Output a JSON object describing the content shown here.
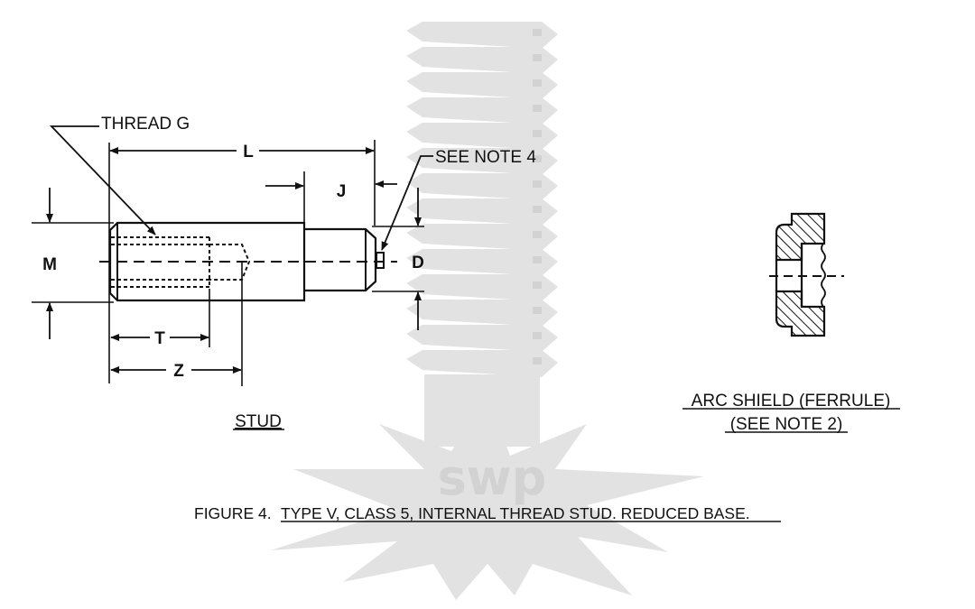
{
  "figure": {
    "caption_prefix": "FIGURE 4.",
    "caption_title": "TYPE V, CLASS 5, INTERNAL THREAD STUD. REDUCED BASE."
  },
  "stud": {
    "title": "STUD",
    "labels": {
      "thread": "THREAD G",
      "length": "L",
      "base_length": "J",
      "note": "SEE NOTE 4",
      "major_diameter": "M",
      "base_diameter": "D",
      "thread_depth": "T",
      "drill_depth": "Z"
    }
  },
  "ferrule": {
    "title_line1": "ARC SHIELD (FERRULE)",
    "title_line2": "(SEE NOTE 2)"
  },
  "watermark": {
    "logo_text": "swp",
    "colors": {
      "light": "#e2e2e2",
      "dark": "#d2d2d2"
    }
  },
  "colors": {
    "ink": "#111111",
    "background": "#ffffff"
  }
}
